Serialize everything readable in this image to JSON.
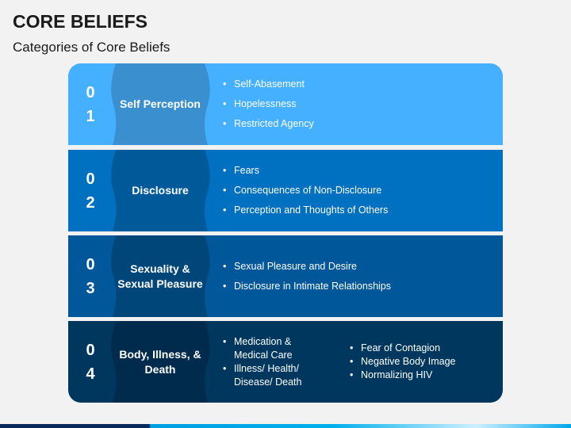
{
  "title": "CORE BELIEFS",
  "subtitle": "Categories of Core Beliefs",
  "colors": {
    "row1": "#45b0ff",
    "row1_mid": "#3a8fce",
    "row2": "#0070c0",
    "row2_mid": "#005a99",
    "row3": "#00579a",
    "row3_mid": "#004678",
    "row4": "#00375f",
    "row4_mid": "#002b4d"
  },
  "rows": [
    {
      "d1": "0",
      "d2": "1",
      "category": "Self Perception",
      "items": [
        "Self-Abasement",
        "Hopelessness",
        "Restricted Agency"
      ]
    },
    {
      "d1": "0",
      "d2": "2",
      "category": "Disclosure",
      "items": [
        "Fears",
        "Consequences of Non-Disclosure",
        "Perception and Thoughts of Others"
      ]
    },
    {
      "d1": "0",
      "d2": "3",
      "category": "Sexuality & Sexual Pleasure",
      "items": [
        "Sexual Pleasure and Desire",
        "Disclosure in Intimate Relationships"
      ]
    },
    {
      "d1": "0",
      "d2": "4",
      "category": "Body, Illness, & Death",
      "items": [
        "Medication & Medical Care",
        "Illness/ Health/ Disease/ Death"
      ],
      "items2": [
        "Fear of Contagion",
        "Negative Body Image",
        "Normalizing HIV"
      ]
    }
  ]
}
